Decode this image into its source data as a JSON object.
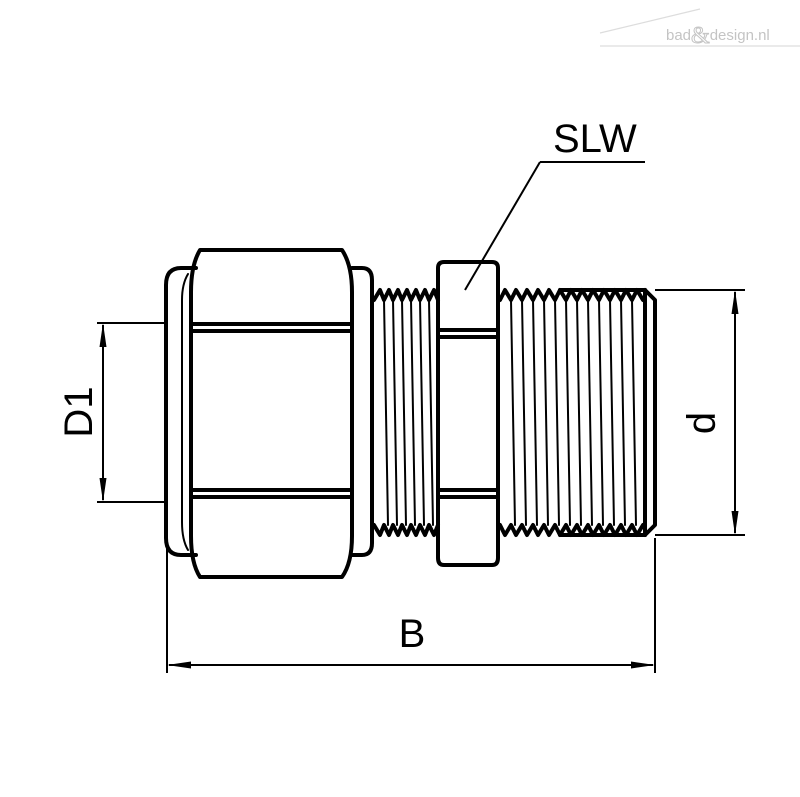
{
  "watermark": {
    "part1": "bad",
    "amp": "&",
    "part2": "design.nl"
  },
  "labels": {
    "slw": "SLW",
    "d1": "D1",
    "d": "d",
    "b": "B"
  }
}
